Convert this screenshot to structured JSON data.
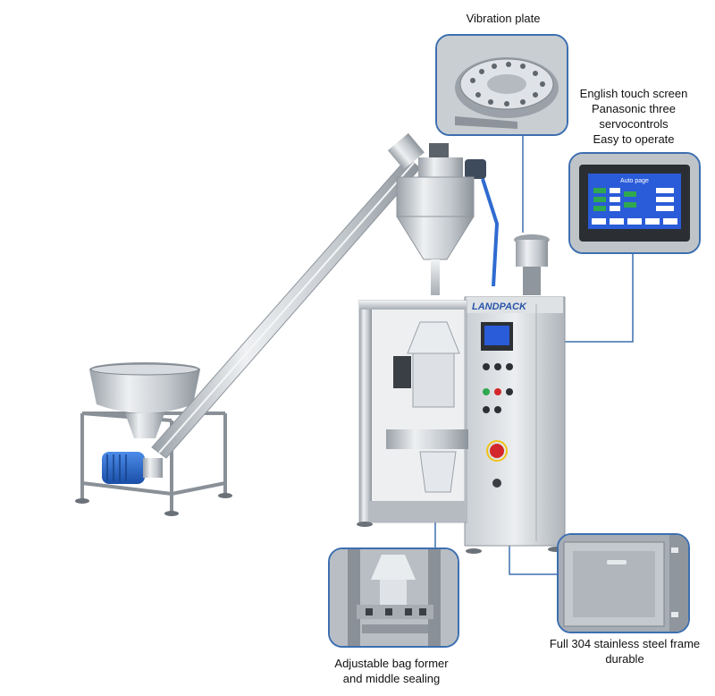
{
  "callouts": {
    "vibration": {
      "lines": [
        "Vibration plate"
      ]
    },
    "touchscreen": {
      "lines": [
        "English touch screen",
        "Panasonic three",
        "servocontrols",
        "Easy to operate"
      ],
      "screen_title": "Auto page"
    },
    "former": {
      "lines": [
        "Adjustable bag former",
        "and middle sealing"
      ]
    },
    "frame": {
      "lines": [
        "Full 304 stainless steel frame",
        "durable"
      ]
    }
  },
  "machine": {
    "brand": "LANDPACK"
  },
  "colors": {
    "callout_border": "#3d6fb0",
    "steel_light": "#e6e9ec",
    "steel_mid": "#b9bfc5",
    "steel_dark": "#7d848b",
    "motor_blue": "#1f5fc2",
    "screen_blue": "#2a5bd8",
    "stop_button": "#d3282b",
    "indicator_green": "#2fa84f"
  }
}
